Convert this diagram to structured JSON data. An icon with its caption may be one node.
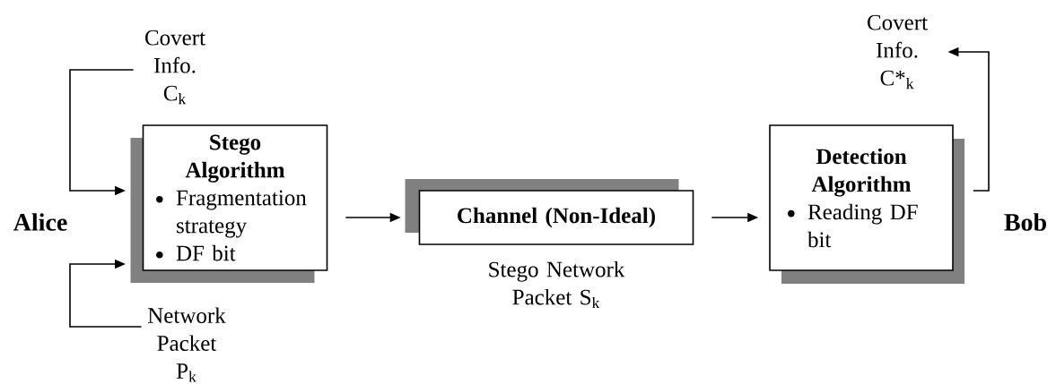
{
  "diagram": {
    "nodes": [
      {
        "text": [
          "Covert Info. C$_{k}$"
        ]
      },
      {
        "text": [
          "Stego Algorithm",
          "Fragmentation strategy",
          "DF bit"
        ]
      },
      {
        "text": [
          "Network Packet P$_{k}$"
        ]
      },
      {
        "text": [
          "Channel (Non-Ideal)"
        ],
        "beside": [
          "Stego Network Packet S$_{k}$"
        ]
      },
      {
        "text": [
          "Detection Algorithm",
          "Reading DF bit"
        ]
      },
      {
        "text": [
          "Covert Info. C*$_{k}$"
        ]
      }
    ],
    "edges": [
      {
        "from": 0,
        "to": 1,
        "arrow": "to"
      },
      {
        "from": 2,
        "to": 1,
        "arrow": "to"
      },
      {
        "from": 1,
        "to": 3,
        "arrow": "to"
      },
      {
        "from": 3,
        "to": 4,
        "arrow": "to"
      },
      {
        "from": 4,
        "to": 5,
        "arrow": "to"
      }
    ],
    "labels": [
      "Alice",
      "Bob"
    ]
  }
}
